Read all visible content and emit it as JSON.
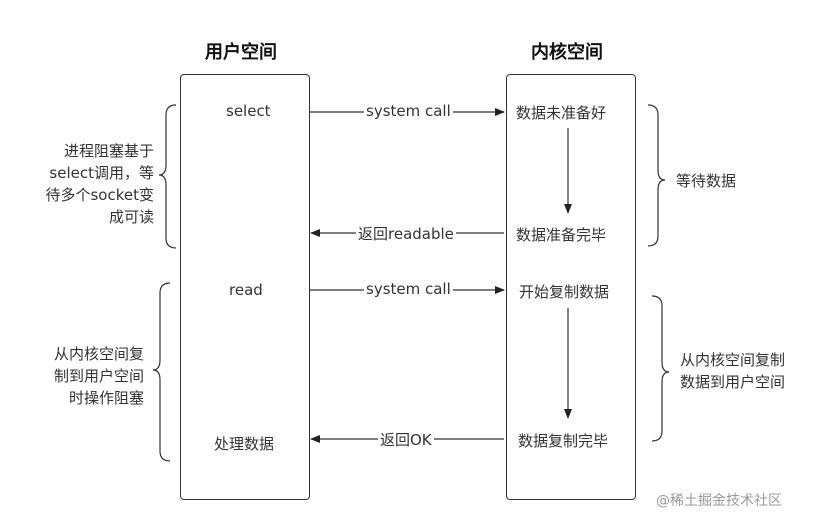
{
  "titles": {
    "user_space": "用户空间",
    "kernel_space": "内核空间"
  },
  "user_lane": {
    "select": "select",
    "read": "read",
    "process": "处理数据"
  },
  "kernel_lane": {
    "not_ready": "数据未准备好",
    "ready": "数据准备完毕",
    "start_copy": "开始复制数据",
    "copy_done": "数据复制完毕"
  },
  "arrows": {
    "system_call_1": "system call",
    "return_readable": "返回readable",
    "system_call_2": "system call",
    "return_ok": "返回OK"
  },
  "left_notes": {
    "blocked_select": [
      "进程阻塞基于",
      "select调用，等",
      "待多个socket变",
      "成可读"
    ],
    "blocked_copy": [
      "从内核空间复",
      "制到用户空间",
      "时操作阻塞"
    ]
  },
  "right_notes": {
    "wait_data": "等待数据",
    "copy_data": [
      "从内核空间复制",
      "数据到用户空间"
    ]
  },
  "watermark": "@稀土掘金技术社区"
}
